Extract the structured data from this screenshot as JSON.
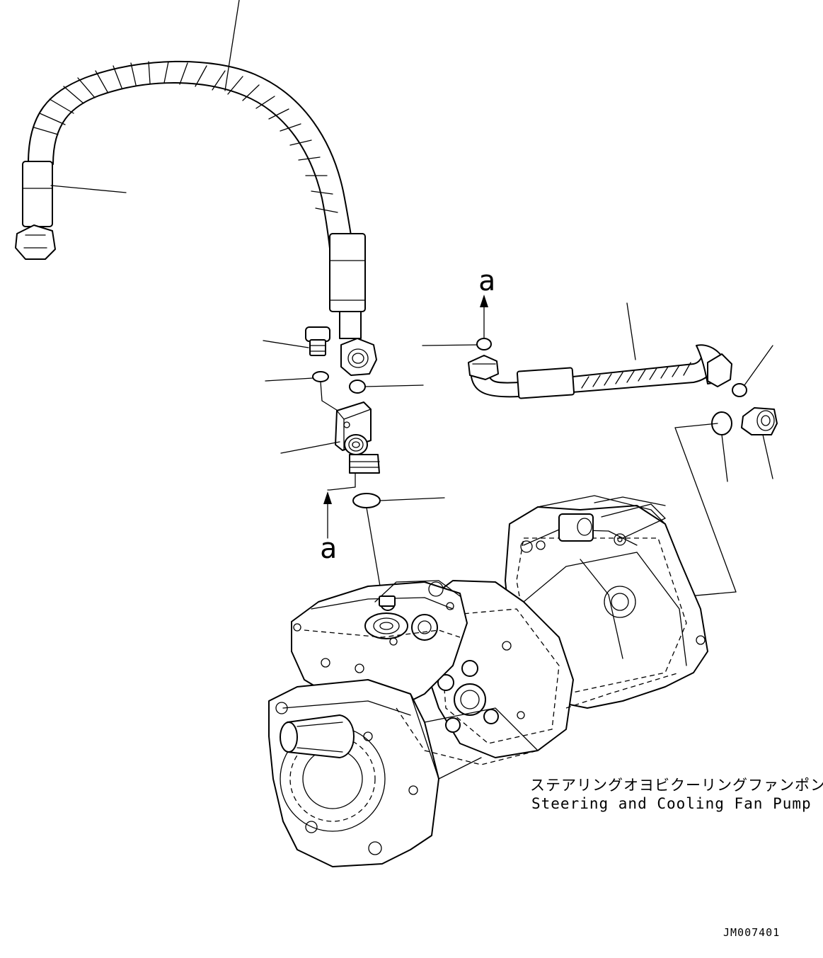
{
  "arrow_labels": {
    "top": "a",
    "bottom": "a"
  },
  "caption": {
    "japanese": "ステアリングオヨビクーリングファンポンプ",
    "english": "Steering and Cooling Fan Pump"
  },
  "drawing_code": "JM007401"
}
